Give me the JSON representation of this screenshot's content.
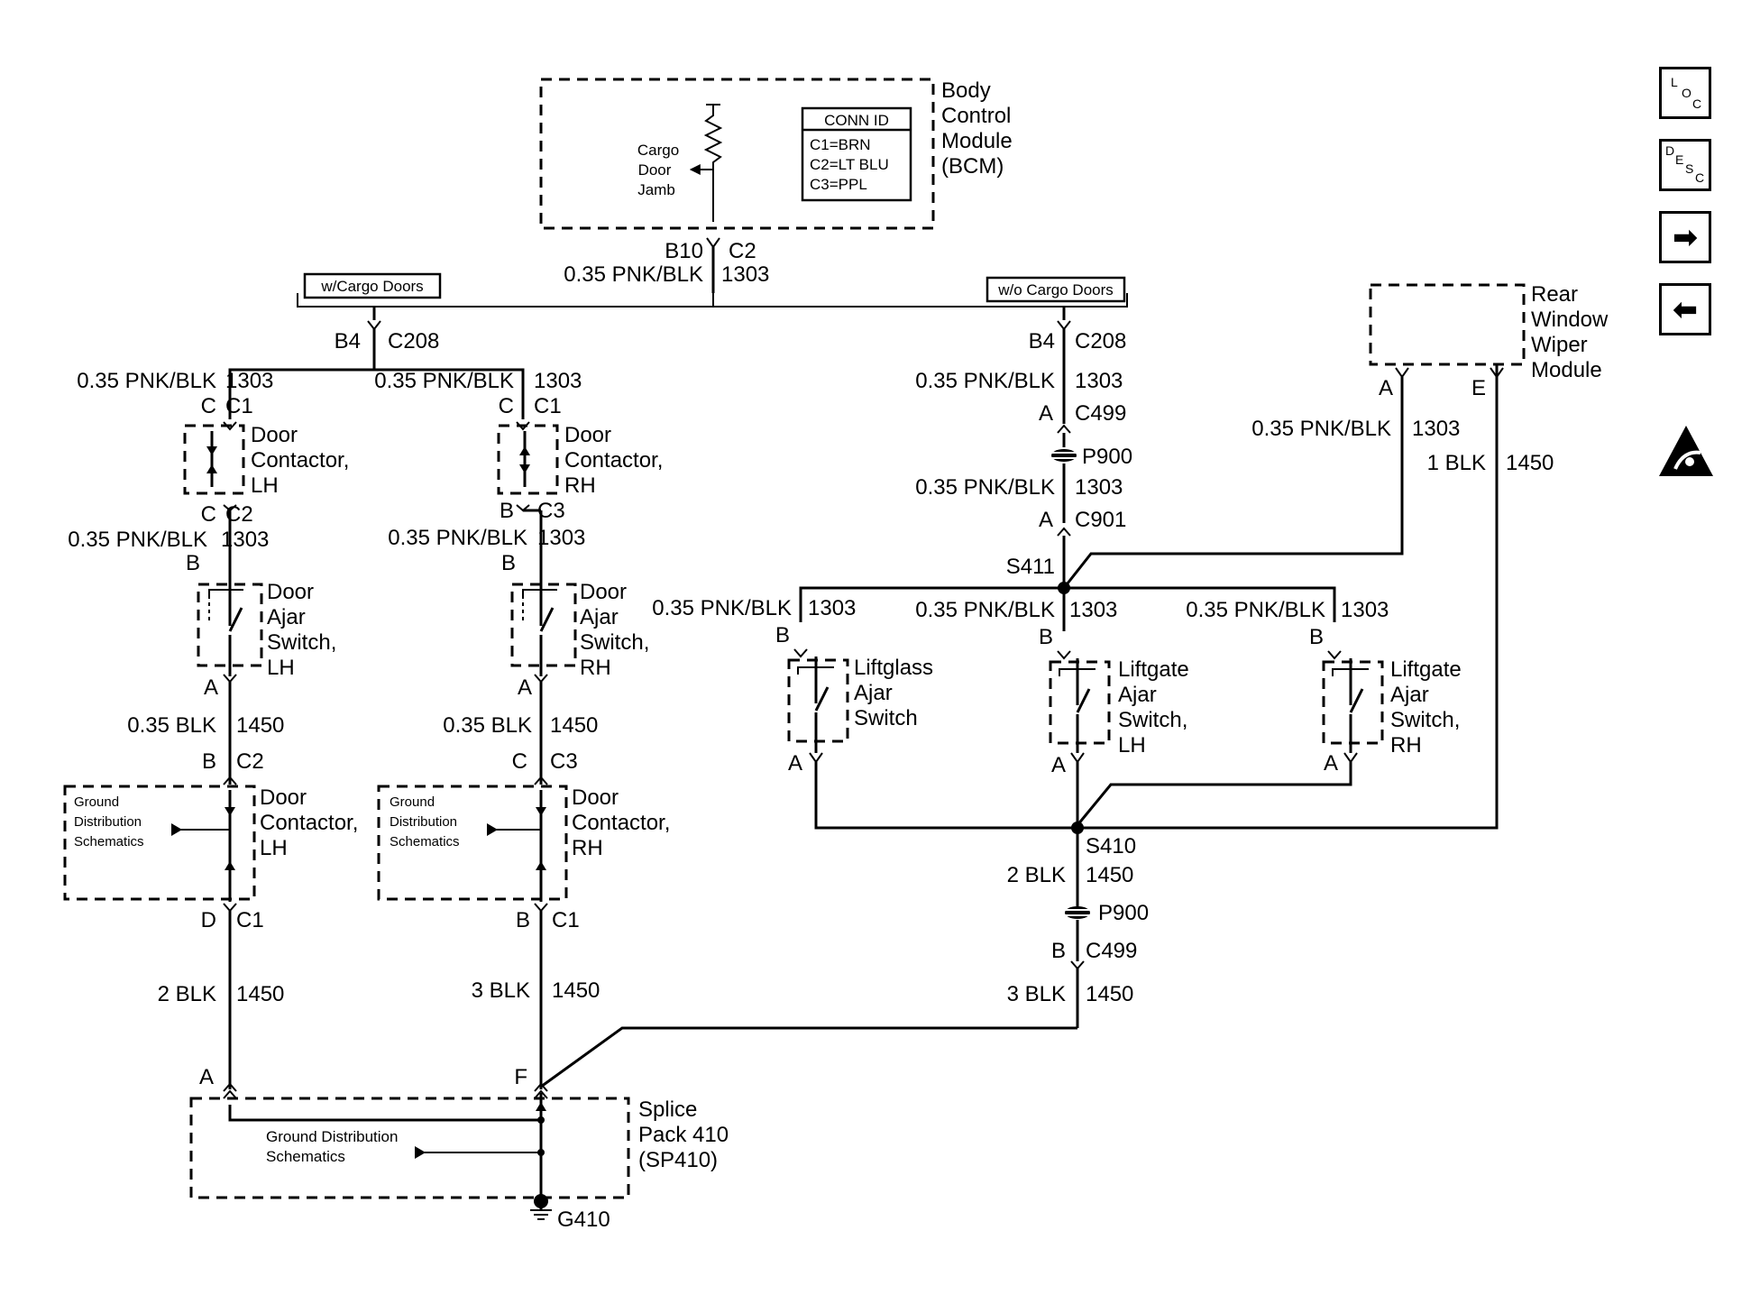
{
  "bcm": {
    "name_lines": [
      "Body",
      "Control",
      "Module",
      "(BCM)"
    ],
    "cargo_jamb_lines": [
      "Cargo",
      "Door",
      "Jamb"
    ],
    "conn_id_title": "CONN ID",
    "conn_id_rows": [
      "C1=BRN",
      "C2=LT BLU",
      "C3=PPL"
    ],
    "pin": "B10",
    "connector": "C2",
    "wire": "0.35 PNK/BLK",
    "circuit": "1303"
  },
  "options": {
    "with_cargo": "w/Cargo Doors",
    "without_cargo": "w/o Cargo Doors"
  },
  "left_branch": {
    "pin": "B4",
    "connector": "C208"
  },
  "lh_branch": {
    "w1": "0.35 PNK/BLK",
    "c1": "1303",
    "p1": "C",
    "k1": "C1",
    "contactor_lines": [
      "Door",
      "Contactor,",
      "LH"
    ],
    "p2": "C",
    "k2": "C2",
    "w2": "0.35 PNK/BLK",
    "c2": "1303",
    "p3": "B",
    "switch_lines": [
      "Door",
      "Ajar",
      "Switch,",
      "LH"
    ],
    "p4": "A",
    "w3": "0.35 BLK",
    "c3": "1450",
    "p5": "B",
    "k5": "C2",
    "gd_lines": [
      "Ground",
      "Distribution",
      "Schematics"
    ],
    "contactor2_lines": [
      "Door",
      "Contactor,",
      "LH"
    ],
    "p6": "D",
    "k6": "C1",
    "w4": "2 BLK",
    "c4": "1450",
    "p7": "A"
  },
  "rh_branch": {
    "w1": "0.35 PNK/BLK",
    "c1": "1303",
    "p1": "C",
    "k1": "C1",
    "contactor_lines": [
      "Door",
      "Contactor,",
      "RH"
    ],
    "p2": "B",
    "k2": "C3",
    "w2": "0.35 PNK/BLK",
    "c2": "1303",
    "p3": "B",
    "switch_lines": [
      "Door",
      "Ajar",
      "Switch,",
      "RH"
    ],
    "p4": "A",
    "w3": "0.35 BLK",
    "c3": "1450",
    "p5": "C",
    "k5": "C3",
    "gd_lines": [
      "Ground",
      "Distribution",
      "Schematics"
    ],
    "contactor2_lines": [
      "Door",
      "Contactor,",
      "RH"
    ],
    "p6": "B",
    "k6": "C1",
    "w4": "3 BLK",
    "c4": "1450",
    "p7": "F"
  },
  "right_side": {
    "p1": "B4",
    "k1": "C208",
    "w1": "0.35 PNK/BLK",
    "c1": "1303",
    "p2": "A",
    "k2": "C499",
    "pass1": "P900",
    "w2": "0.35 PNK/BLK",
    "c2": "1303",
    "p3": "A",
    "k3": "C901",
    "splice1": "S411",
    "liftglass": {
      "w": "0.35 PNK/BLK",
      "c": "1303",
      "pin_top": "B",
      "pin_bot": "A",
      "lines": [
        "Liftglass",
        "Ajar",
        "Switch"
      ]
    },
    "liftgate_lh": {
      "w": "0.35 PNK/BLK",
      "c": "1303",
      "pin_top": "B",
      "pin_bot": "A",
      "lines": [
        "Liftgate",
        "Ajar",
        "Switch,",
        "LH"
      ]
    },
    "liftgate_rh": {
      "w": "0.35 PNK/BLK",
      "c": "1303",
      "pin_top": "B",
      "pin_bot": "A",
      "lines": [
        "Liftgate",
        "Ajar",
        "Switch,",
        "RH"
      ]
    },
    "splice2": "S410",
    "w3": "2 BLK",
    "c3": "1450",
    "pass2": "P900",
    "p4": "B",
    "k4": "C499",
    "w4": "3 BLK",
    "c4": "1450"
  },
  "wiper": {
    "lines": [
      "Rear",
      "Window",
      "Wiper",
      "Module"
    ],
    "pin_a": "A",
    "pin_e": "E",
    "wa": "0.35 PNK/BLK",
    "ca": "1303",
    "we": "1 BLK",
    "ce": "1450"
  },
  "splice_pack": {
    "lines": [
      "Splice",
      "Pack 410",
      "(SP410)"
    ],
    "gd_lines": [
      "Ground Distribution",
      "Schematics"
    ],
    "ground": "G410"
  },
  "nav": {
    "loc": [
      "L",
      "O",
      "C"
    ],
    "desc": [
      "D",
      "E",
      "S",
      "C"
    ],
    "next_symbol": "➡",
    "prev_symbol": "⬅"
  }
}
